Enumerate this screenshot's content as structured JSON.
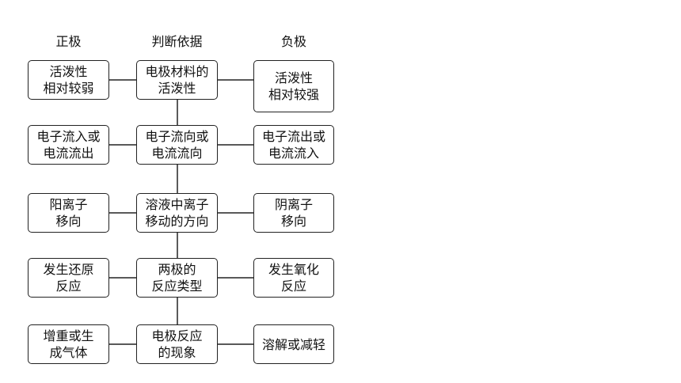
{
  "headers": {
    "positive": "正极",
    "basis": "判断依据",
    "negative": "负极"
  },
  "rows": [
    {
      "left": [
        "活泼性",
        "相对较弱"
      ],
      "middle": [
        "电极材料的",
        "活泼性"
      ],
      "right": [
        "活泼性",
        "相对较强"
      ]
    },
    {
      "left": [
        "电子流入或",
        "电流流出"
      ],
      "middle": [
        "电子流向或",
        "电流流向"
      ],
      "right": [
        "电子流出或",
        "电流流入"
      ]
    },
    {
      "left": [
        "阳离子",
        "移向"
      ],
      "middle": [
        "溶液中离子",
        "移动的方向"
      ],
      "right": [
        "阴离子",
        "移向"
      ]
    },
    {
      "left": [
        "发生还原",
        "反应"
      ],
      "middle": [
        "两极的",
        "反应类型"
      ],
      "right": [
        "发生氧化",
        "反应"
      ]
    },
    {
      "left": [
        "增重或生",
        "成气体"
      ],
      "middle": [
        "电极反应",
        "的现象"
      ],
      "right": [
        "溶解或减轻"
      ]
    }
  ]
}
